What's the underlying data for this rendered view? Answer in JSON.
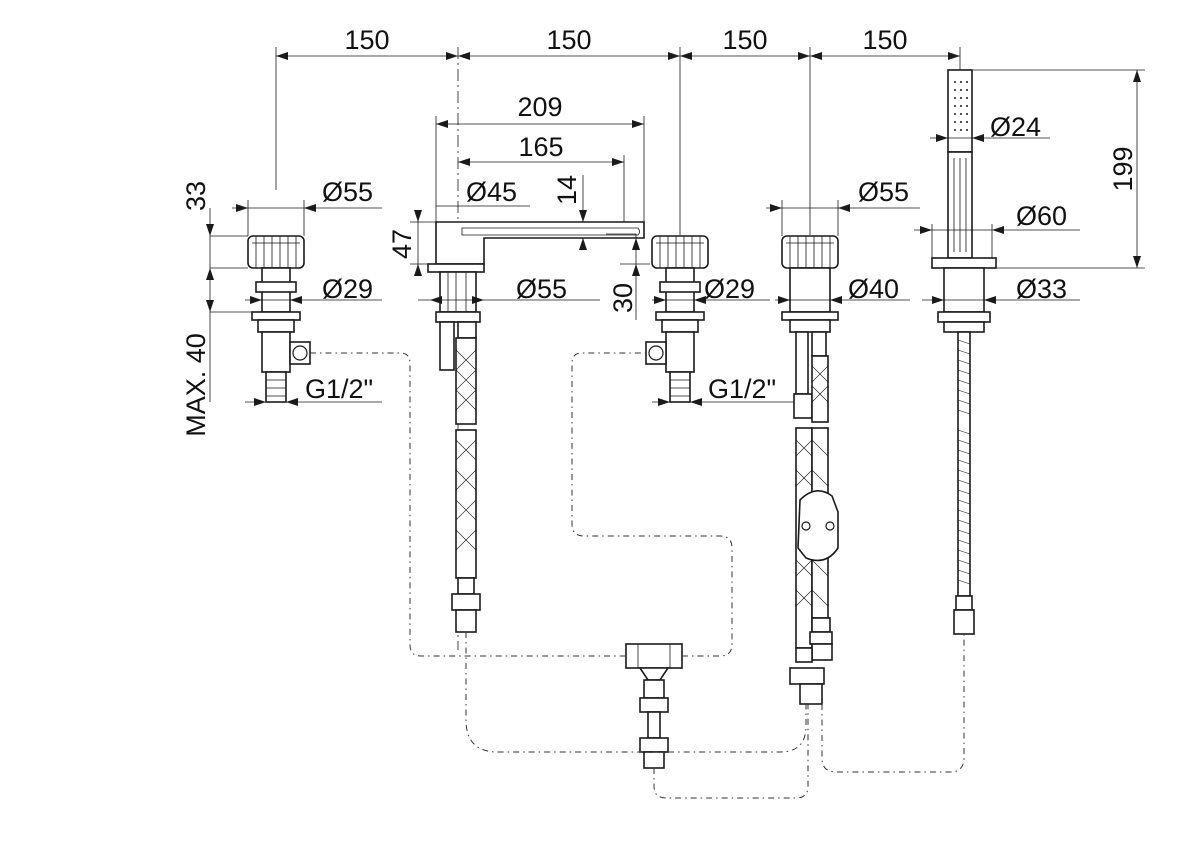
{
  "top_dimensions": [
    "150",
    "150",
    "150",
    "150"
  ],
  "spout": {
    "reach_outer": "209",
    "reach_inner": "165",
    "spout_diameter": "Ø45",
    "spout_drop": "14",
    "height": "47",
    "base_diameter": "Ø55",
    "underside": "30"
  },
  "left_valve": {
    "handle_height": "33",
    "handle_diameter": "Ø55",
    "body_diameter": "Ø29",
    "max_depth": "MAX. 40",
    "thread": "G1/2\""
  },
  "right_valve": {
    "body_diameter": "Ø29",
    "thread": "G1/2\""
  },
  "diverter": {
    "handle_diameter": "Ø55",
    "body_diameter": "Ø40"
  },
  "hand_shower": {
    "handle_diameter": "Ø24",
    "height": "199",
    "holder_diameter": "Ø60",
    "body_diameter": "Ø33"
  }
}
